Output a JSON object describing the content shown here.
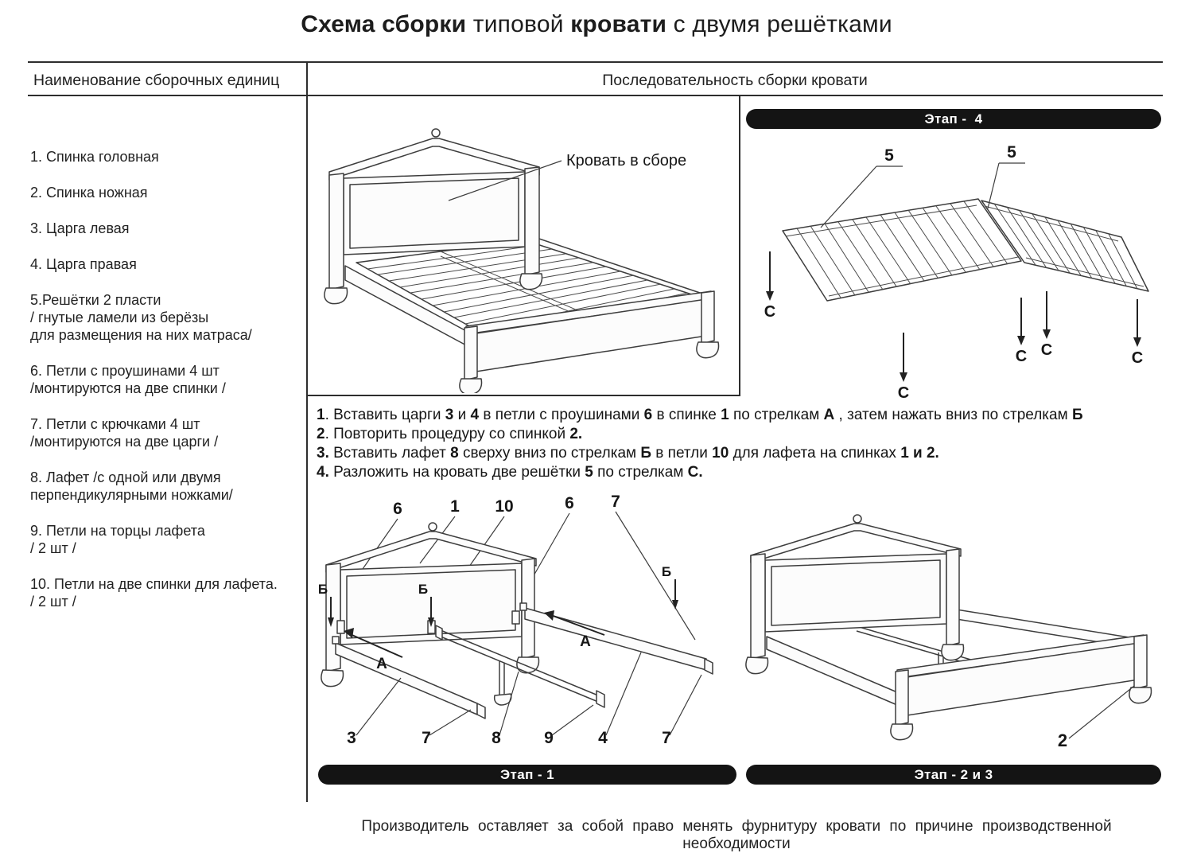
{
  "title": {
    "segments": [
      {
        "t": "Схема сборки",
        "b": true
      },
      {
        "t": " типовой ",
        "b": false
      },
      {
        "t": "кровати",
        "b": true
      },
      {
        "t": " с двумя решётками",
        "b": false
      }
    ]
  },
  "table_headers": {
    "left": "Наименование  сборочных единиц",
    "right": "Последовательность сборки кровати"
  },
  "parts_list": [
    "1.   Спинка головная",
    "2. Спинка ножная",
    "3. Царга левая",
    "4. Царга правая",
    "5.Решётки  2 пласти\n/ гнутые ламели из берёзы\nдля размещения на них матраса/",
    "6. Петли с проушинами 4 шт\n/монтируются на две спинки /",
    "7. Петли с крючками 4 шт\n/монтируются на две царги /",
    "8. Лафет /с одной или двумя\nперпендикулярными ножками/",
    "9. Петли на торцы лафета\n/ 2 шт /",
    "10. Петли на две спинки для лафета.\n/ 2 шт /"
  ],
  "assembled_callout": "Кровать в сборе",
  "stage_banners": {
    "stage4": "Этап -  4",
    "stage1": "Этап - 1",
    "stage23": "Этап - 2 и 3"
  },
  "instructions": [
    {
      "segments": [
        {
          "t": "1",
          "b": true
        },
        {
          "t": ". Вставить царги ",
          "b": false
        },
        {
          "t": "3",
          "b": true
        },
        {
          "t": " и ",
          "b": false
        },
        {
          "t": "4",
          "b": true
        },
        {
          "t": " в петли с проушинами ",
          "b": false
        },
        {
          "t": "6",
          "b": true
        },
        {
          "t": " в спинке ",
          "b": false
        },
        {
          "t": "1",
          "b": true
        },
        {
          "t": " по стрелкам ",
          "b": false
        },
        {
          "t": "А",
          "b": true
        },
        {
          "t": " , затем нажать вниз по стрелкам ",
          "b": false
        },
        {
          "t": "Б",
          "b": true
        }
      ]
    },
    {
      "segments": [
        {
          "t": "2",
          "b": true
        },
        {
          "t": ". Повторить процедуру со спинкой ",
          "b": false
        },
        {
          "t": "2.",
          "b": true
        }
      ]
    },
    {
      "segments": [
        {
          "t": "3.",
          "b": true
        },
        {
          "t": " Вставить лафет ",
          "b": false
        },
        {
          "t": "8",
          "b": true
        },
        {
          "t": " сверху вниз по стрелкам ",
          "b": false
        },
        {
          "t": "Б",
          "b": true
        },
        {
          "t": " в петли ",
          "b": false
        },
        {
          "t": "10",
          "b": true
        },
        {
          "t": " для лафета на спинках ",
          "b": false
        },
        {
          "t": "1 и 2.",
          "b": true
        }
      ]
    },
    {
      "segments": [
        {
          "t": "4.",
          "b": true
        },
        {
          "t": " Разложить на кровать две решётки ",
          "b": false
        },
        {
          "t": "5",
          "b": true
        },
        {
          "t": "  по стрелкам ",
          "b": false
        },
        {
          "t": "С.",
          "b": true
        }
      ]
    }
  ],
  "diagram_labels": {
    "stage4": {
      "grid_a": "5",
      "grid_b": "5",
      "lay_arrow": "С"
    },
    "stage1": {
      "hinge_eye": "6",
      "head_board": "1",
      "lafet_hinge": "10",
      "hook_hinge": "7",
      "arrow_down": "Б",
      "arrow_in": "А",
      "rail_left": "3",
      "lafet": "8",
      "lafet_end_hinge": "9",
      "rail_right": "4"
    },
    "stage23": {
      "foot_board": "2"
    }
  },
  "footer": "Производитель оставляет за собой право менять фурнитуру кровати по причине производственной необходимости"
}
